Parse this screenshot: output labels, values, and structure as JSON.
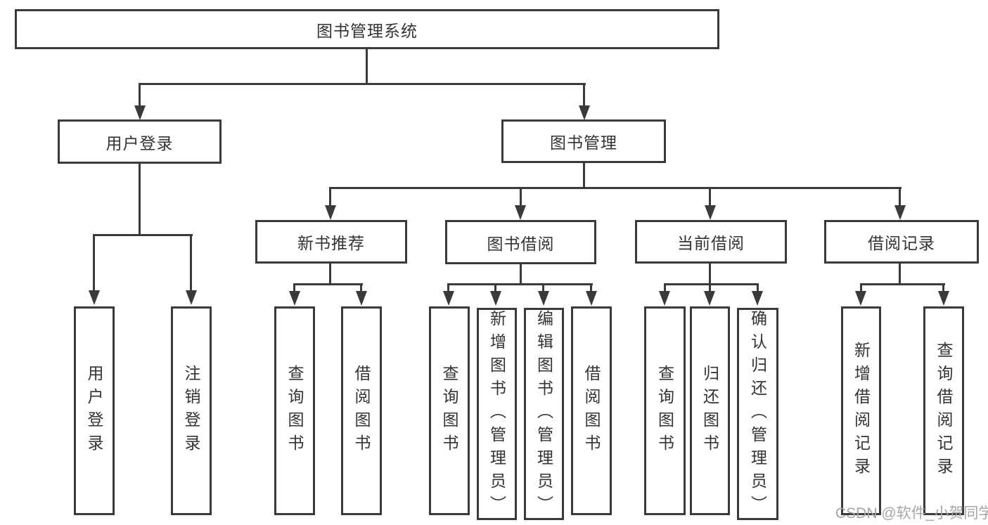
{
  "title": "图书管理系统",
  "branches": {
    "user_login": {
      "label": "用户登录",
      "leaves": [
        "用户登录",
        "注销登录"
      ]
    },
    "book_mgmt": {
      "label": "图书管理",
      "sections": {
        "new_book_rec": {
          "label": "新书推荐",
          "leaves": [
            "查询图书",
            "借阅图书"
          ]
        },
        "book_borrow": {
          "label": "图书借阅",
          "leaves": [
            "查询图书",
            "新增图书（管理员）",
            "编辑图书（管理员）",
            "借阅图书"
          ]
        },
        "current_borrow": {
          "label": "当前借阅",
          "leaves": [
            "查询图书",
            "归还图书",
            "确认归还（管理员）"
          ]
        },
        "borrow_records": {
          "label": "借阅记录",
          "leaves": [
            "新增借阅记录",
            "查询借阅记录"
          ]
        }
      }
    }
  },
  "watermark": "CSDN @软件_小贺同学",
  "colors": {
    "line": "#3a3a3a",
    "text": "#333333",
    "watermark": "#a6a6a6",
    "background": "#ffffff"
  }
}
